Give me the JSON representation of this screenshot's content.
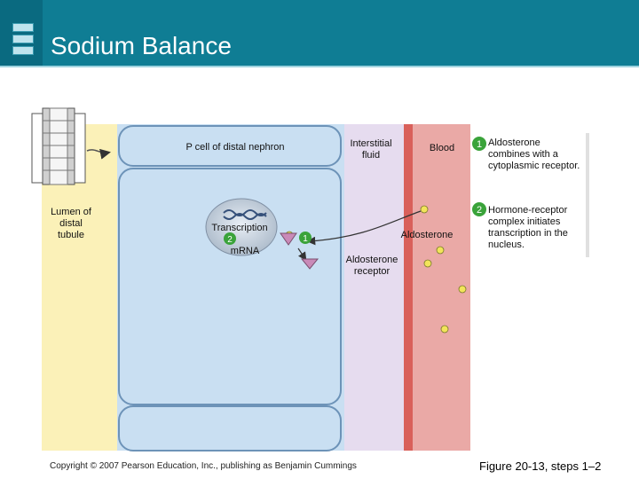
{
  "title": "Sodium Balance",
  "labels": {
    "p_cell": "P cell of distal nephron",
    "interstitial": "Interstitial fluid",
    "blood": "Blood",
    "lumen": "Lumen of distal tubule",
    "transcription": "Transcription",
    "mrna": "mRNA",
    "aldosterone": "Aldosterone",
    "aldosterone_receptor": "Aldosterone receptor"
  },
  "steps": [
    {
      "number": "1",
      "text": "Aldosterone combines with a cytoplasmic receptor."
    },
    {
      "number": "2",
      "text": "Hormone-receptor complex initiates transcription in the nucleus."
    }
  ],
  "diagram_badges": {
    "transcription_step": "2",
    "receptor_step": "1"
  },
  "copyright": "Copyright © 2007 Pearson Education, Inc., publishing as Benjamin Cummings",
  "figure_ref": "Figure 20-13, steps 1–2",
  "colors": {
    "header": "#0f7d94",
    "lumen": "#fbf1b8",
    "cell": "#c9dff2",
    "interstitial": "#e6dcef",
    "blood": "#eaa9a6",
    "vessel_wall": "#d9605a",
    "step_badge": "#3aa33a",
    "aldosterone": "#f2e45a"
  }
}
